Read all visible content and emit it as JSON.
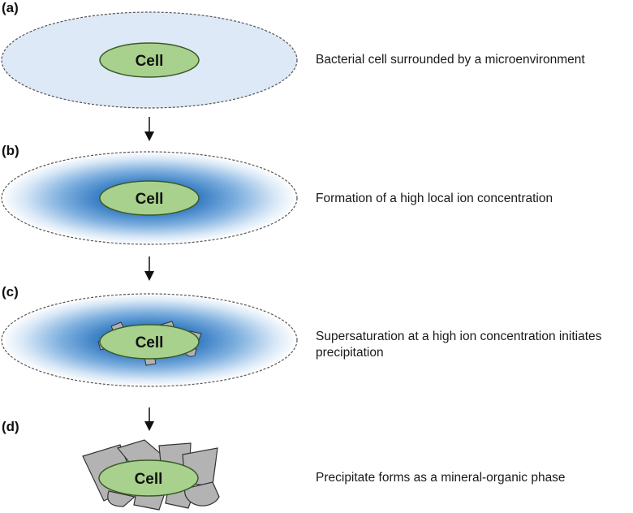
{
  "cell_label": "Cell",
  "panels": [
    {
      "label": "(a)",
      "description": "Bacterial cell surrounded by a microenvironment"
    },
    {
      "label": "(b)",
      "description": "Formation of a high local ion concentration"
    },
    {
      "label": "(c)",
      "description": "Supersaturation at a high ion concentration initiates precipitation"
    },
    {
      "label": "(d)",
      "description": "Precipitate forms as a mineral-organic phase"
    }
  ],
  "colors": {
    "microenvironment_fill": "#dde9f6",
    "ion_concentration_center": "#1f66b3",
    "cell_fill": "#a9d18e",
    "cell_stroke": "#3a5a26",
    "mineral_fill": "#b3b3b3",
    "mineral_stroke": "#333333"
  }
}
